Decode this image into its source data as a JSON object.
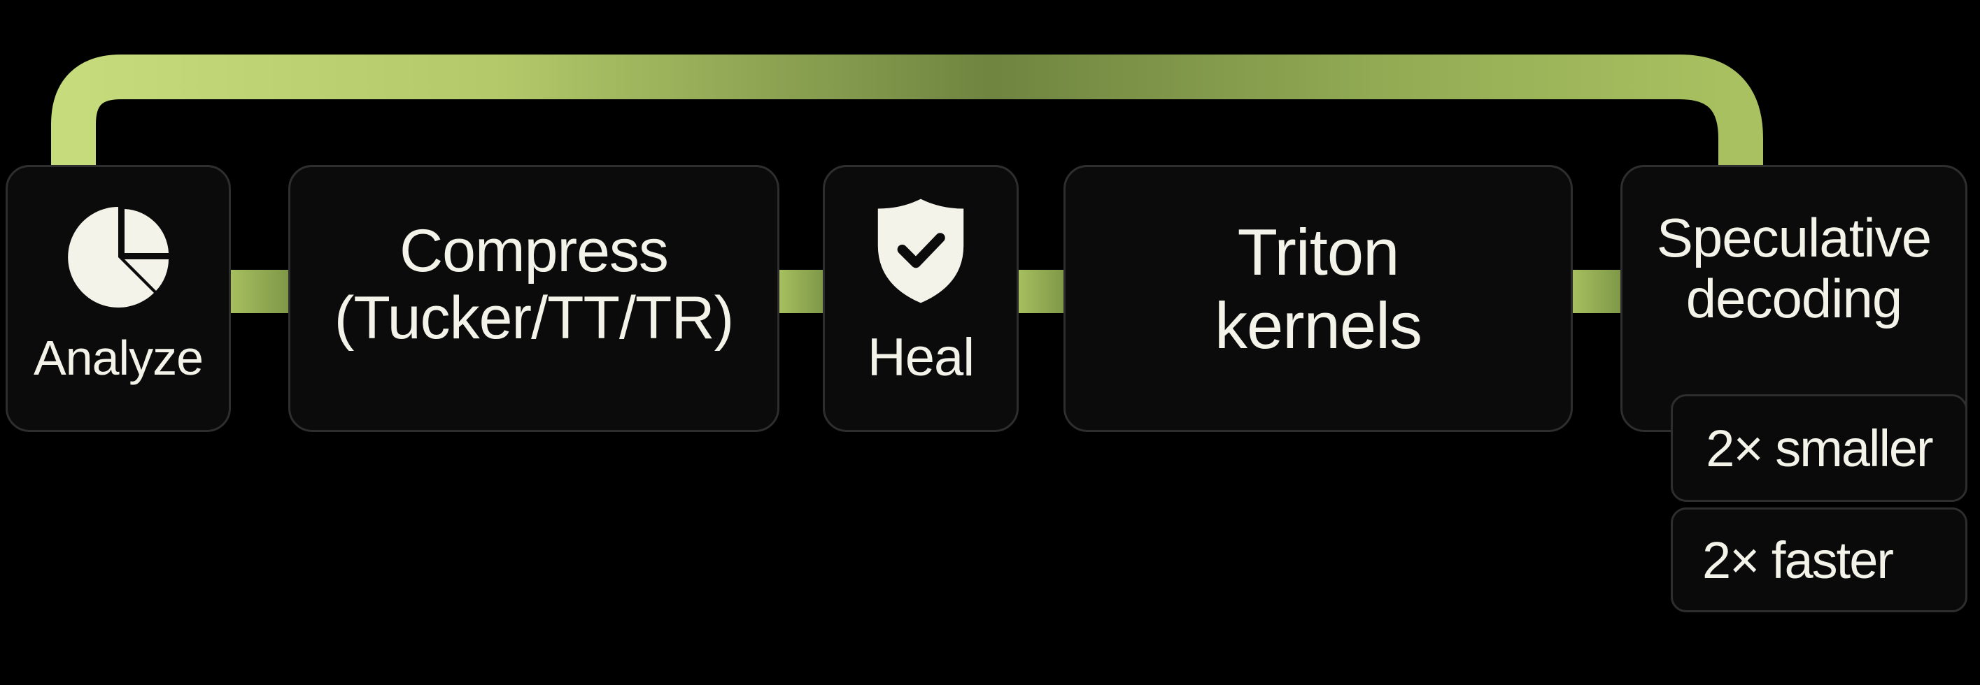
{
  "colors": {
    "background": "#000000",
    "node_fill": "#0b0b0b",
    "node_border": "#2e2e2e",
    "accent_light": "#c3d97a",
    "accent_dark": "#6e8440",
    "text": "#f3f3ea"
  },
  "loop": {
    "direction": "from Speculative decoding back to Analyze"
  },
  "nodes": [
    {
      "label": "Analyze",
      "icon": "pie-chart-icon"
    },
    {
      "label": "Compress\n(Tucker/TT/TR)"
    },
    {
      "label": "Heal",
      "icon": "shield-check-icon"
    },
    {
      "label": "Triton\nkernels"
    },
    {
      "label": "Speculative\ndecoding"
    }
  ],
  "badges": [
    {
      "label": "2× smaller"
    },
    {
      "label": "2× faster"
    }
  ]
}
